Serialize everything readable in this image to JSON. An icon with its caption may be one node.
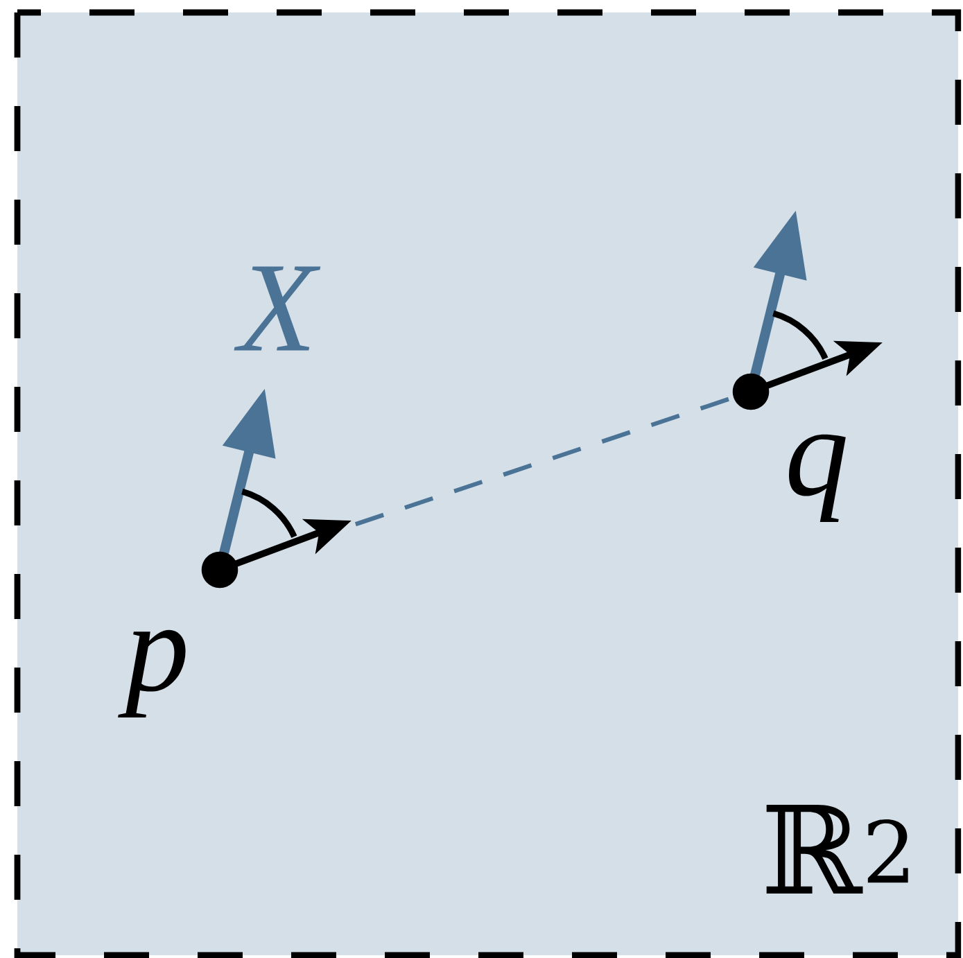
{
  "diagram": {
    "nodes": [
      {
        "text": [
          "p"
        ]
      },
      {
        "text": [
          "q"
        ]
      }
    ],
    "edges": [
      {
        "from": 0,
        "to": 1,
        "arrow": "none",
        "style": "dashed",
        "color": "#4a7396"
      }
    ],
    "labels": [
      "X",
      "ℝ$^{2}$"
    ]
  }
}
